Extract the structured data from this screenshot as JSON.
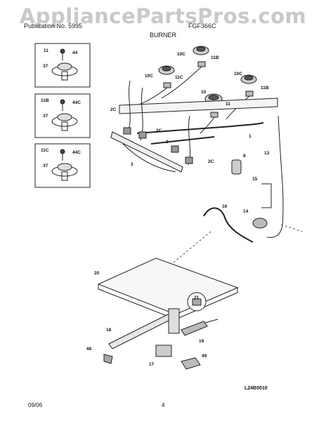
{
  "watermark": "AppliancePartsPros.com",
  "header": {
    "publication_partial": "Publication No. 5995",
    "model_partial": "FGF366C",
    "section_title": "BURNER"
  },
  "footer": {
    "date": "09/06",
    "page": "4"
  },
  "diagram_ref": "L24B0010",
  "callouts": [
    "11",
    "44",
    "37",
    "11B",
    "44C",
    "37",
    "11C",
    "44C",
    "37",
    "10C",
    "11B",
    "10C",
    "11C",
    "10C",
    "11B",
    "10",
    "11",
    "2C",
    "2C",
    "1",
    "2",
    "2C",
    "3",
    "8",
    "13",
    "15",
    "16",
    "14",
    "20",
    "21",
    "18",
    "19",
    "48",
    "17",
    "49"
  ]
}
